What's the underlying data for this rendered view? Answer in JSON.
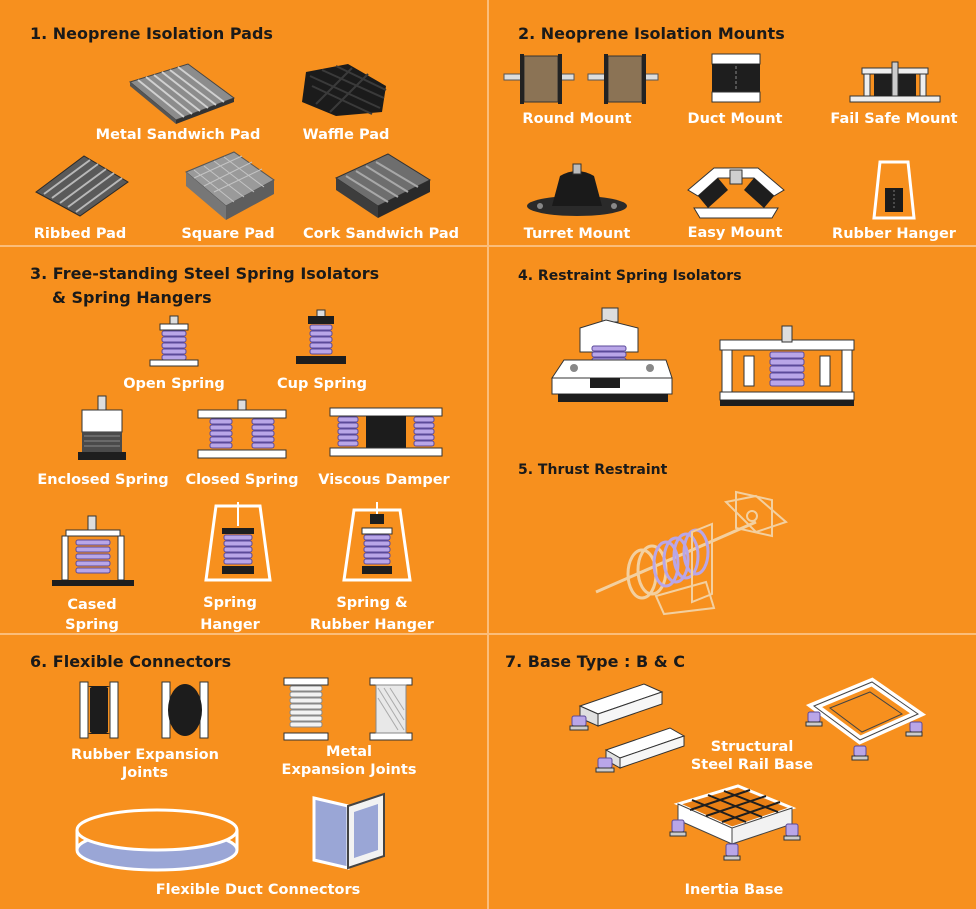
{
  "sections": {
    "s1": {
      "title": "1. Neoprene Isolation Pads",
      "items": {
        "metal_sandwich_pad": "Metal Sandwich Pad",
        "waffle_pad": "Waffle Pad",
        "ribbed_pad": "Ribbed Pad",
        "square_pad": "Square Pad",
        "cork_sandwich_pad": "Cork Sandwich Pad"
      }
    },
    "s2": {
      "title": "2. Neoprene Isolation Mounts",
      "items": {
        "round_mount": "Round Mount",
        "duct_mount": "Duct Mount",
        "fail_safe_mount": "Fail Safe Mount",
        "turret_mount": "Turret Mount",
        "easy_mount": "Easy Mount",
        "rubber_hanger": "Rubber Hanger"
      }
    },
    "s3": {
      "title_line1": "3. Free-standing Steel Spring Isolators",
      "title_line2": "& Spring Hangers",
      "items": {
        "open_spring": "Open Spring",
        "cup_spring": "Cup Spring",
        "enclosed_spring": "Enclosed Spring",
        "closed_spring": "Closed Spring",
        "viscous_damper": "Viscous Damper",
        "cased_spring_l1": "Cased",
        "cased_spring_l2": "Spring",
        "spring_hanger_l1": "Spring",
        "spring_hanger_l2": "Hanger",
        "spring_rubber_hanger_l1": "Spring &",
        "spring_rubber_hanger_l2": "Rubber Hanger"
      }
    },
    "s4": {
      "title": "4. Restraint Spring Isolators"
    },
    "s5": {
      "title": "5. Thrust Restraint"
    },
    "s6": {
      "title": "6. Flexible Connectors",
      "items": {
        "rubber_expansion_l1": "Rubber Expansion",
        "rubber_expansion_l2": "Joints",
        "metal_expansion_l1": "Metal",
        "metal_expansion_l2": "Expansion Joints",
        "flexible_duct_connectors": "Flexible Duct Connectors"
      }
    },
    "s7": {
      "title": "7. Base Type : B & C",
      "items": {
        "structural_l1": "Structural",
        "structural_l2": "Steel Rail Base",
        "inertia_base": "Inertia Base"
      }
    }
  },
  "colors": {
    "background": "#f7901e",
    "divider": "#fbbd7a",
    "title_text": "#1a1a1a",
    "label_text": "#ffffff",
    "spring_color": "#b9a6e8"
  }
}
